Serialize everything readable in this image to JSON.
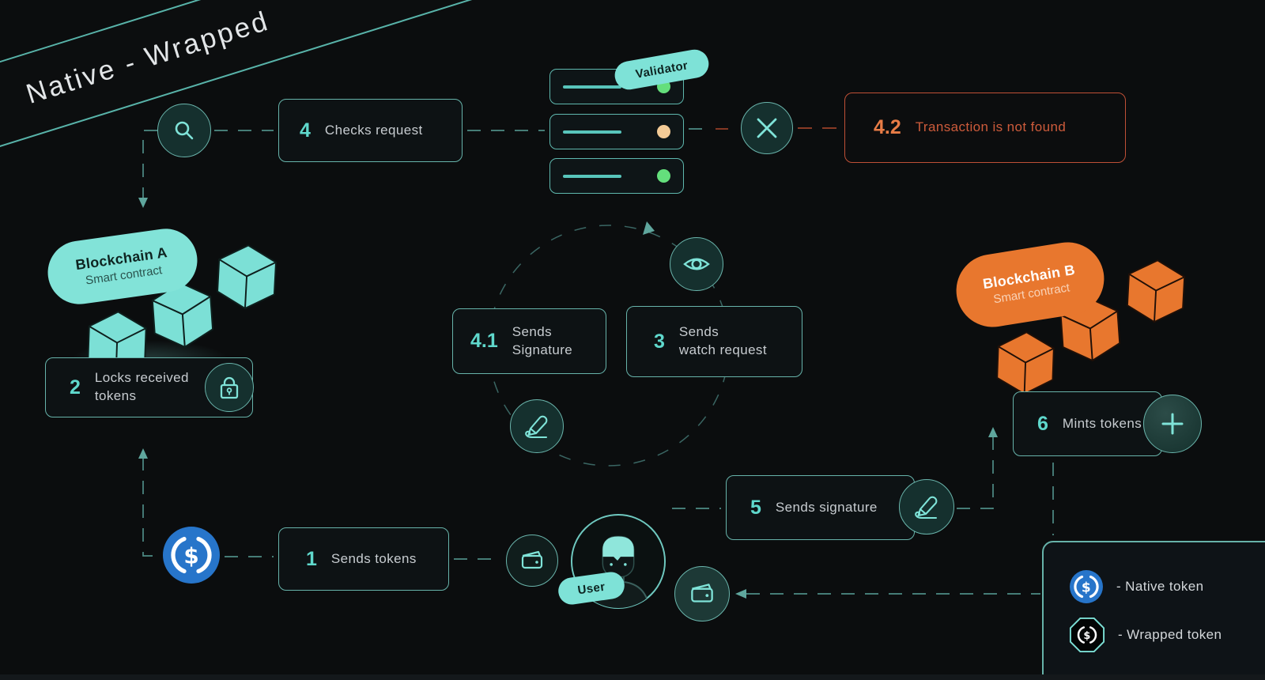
{
  "banner": {
    "title": "Native - Wrapped"
  },
  "validator": {
    "label": "Validator",
    "servers": [
      {
        "dot_style": "background:#64df7c"
      },
      {
        "dot_style": "background:#f3cb96"
      },
      {
        "dot_style": "background:#64df7c"
      }
    ]
  },
  "chains": {
    "a": {
      "name": "Blockchain A",
      "sub": "Smart contract"
    },
    "b": {
      "name": "Blockchain B",
      "sub": "Smart contract"
    }
  },
  "steps": {
    "s1": {
      "num": "1",
      "label": "Sends tokens"
    },
    "s2": {
      "num": "2",
      "label": "Locks received\ntokens"
    },
    "s3": {
      "num": "3",
      "label": "Sends\nwatch request"
    },
    "s4": {
      "num": "4",
      "label": "Checks request"
    },
    "s41": {
      "num": "4.1",
      "label": "Sends\nSignature"
    },
    "s42": {
      "num": "4.2",
      "label": "Transaction is not found"
    },
    "s5": {
      "num": "5",
      "label": "Sends signature"
    },
    "s6": {
      "num": "6",
      "label": "Mints tokens"
    }
  },
  "user": {
    "label": "User"
  },
  "legend": {
    "native": "- Native token",
    "wrapped": "- Wrapped token"
  },
  "colors": {
    "accent_teal": "#7ce0d6",
    "muted_teal_line": "#4e8c85",
    "box_border": "#67b3aa",
    "chain_b_orange": "#e8772e",
    "error_red": "#bf5036",
    "error_text": "#cd5b3b",
    "usdc_blue": "#2775ca",
    "dot_green": "#64df7c",
    "dot_amber": "#f3cb96",
    "background": "#0b0d0e"
  }
}
